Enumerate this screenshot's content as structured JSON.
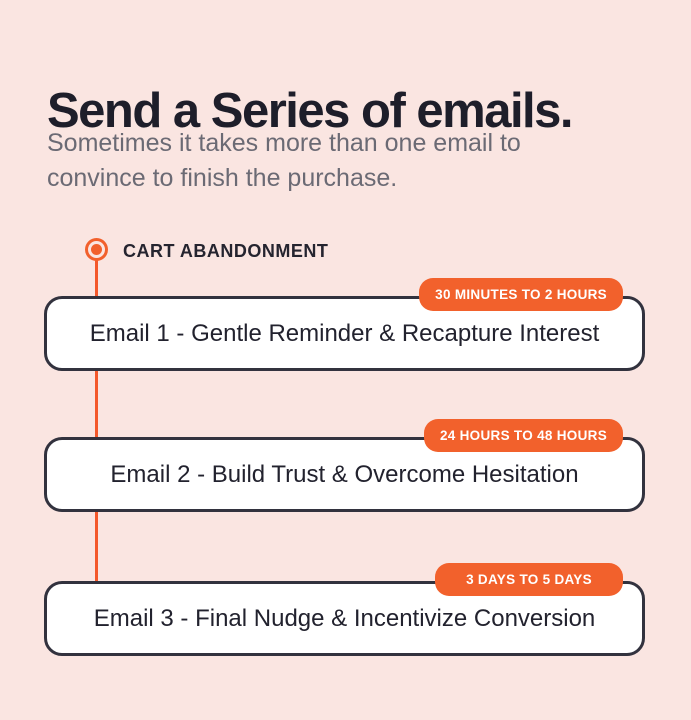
{
  "header": {
    "title": "Send a Series of emails.",
    "subtitle_line1": "Sometimes it takes more than one email to",
    "subtitle_line2": "convince to finish the purchase."
  },
  "timeline": {
    "label": "CART ABANDONMENT",
    "marker_icon": "ring-dot-icon"
  },
  "emails": [
    {
      "label": "Email 1 - Gentle Reminder & Recapture Interest",
      "badge": "30 MINUTES TO 2 HOURS"
    },
    {
      "label": "Email 2 - Build Trust & Overcome Hesitation",
      "badge": "24 HOURS TO 48 HOURS"
    },
    {
      "label": "Email 3 - Final Nudge & Incentivize Conversion",
      "badge": "3 DAYS TO 5 DAYS"
    }
  ],
  "colors": {
    "background": "#FAE5E1",
    "accent_orange": "#F2612C",
    "timeline_orange": "#F4582B",
    "heading_text": "#1E1E2A",
    "subtitle_text": "#6B6A74",
    "card_border": "#32323E",
    "card_background": "#FFFFFF",
    "card_text": "#22222E",
    "badge_text": "#FFFFFF"
  }
}
